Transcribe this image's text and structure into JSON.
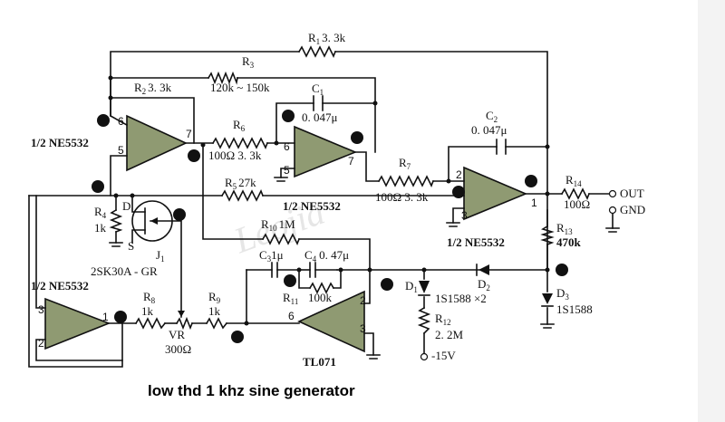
{
  "caption": "low thd 1 khz sine generator",
  "watermark": "Leojia",
  "opamps": {
    "u1": "1/2 NE5532",
    "u2": "1/2 NE5532",
    "u3": "1/2 NE5532",
    "u4": "1/2 NE5532",
    "u5": "TL071"
  },
  "resistors": {
    "r1": {
      "name": "R",
      "sub": "1",
      "value": "3. 3k"
    },
    "r2": {
      "name": "R",
      "sub": "2",
      "value": "3. 3k"
    },
    "r3": {
      "name": "R",
      "sub": "3",
      "value": "120k ~ 150k"
    },
    "r4": {
      "name": "R",
      "sub": "4",
      "value": "1k"
    },
    "r5": {
      "name": "R",
      "sub": "5",
      "value": "27k"
    },
    "r6": {
      "name": "R",
      "sub": "6",
      "value": "100Ω 3. 3k"
    },
    "r7": {
      "name": "R",
      "sub": "7",
      "value": "100Ω 3. 3k"
    },
    "r8": {
      "name": "R",
      "sub": "8",
      "value": "1k"
    },
    "r9": {
      "name": "R",
      "sub": "9",
      "value": "1k"
    },
    "r10": {
      "name": "R",
      "sub": "10",
      "value": "1M"
    },
    "r11": {
      "name": "R",
      "sub": "11",
      "value": "100k"
    },
    "r12": {
      "name": "R",
      "sub": "12",
      "value": "2. 2M"
    },
    "r13": {
      "name": "R",
      "sub": "13",
      "value": "470k"
    },
    "r14": {
      "name": "R",
      "sub": "14",
      "value": "100Ω"
    }
  },
  "capacitors": {
    "c1": {
      "name": "C",
      "sub": "1",
      "value": "0. 047μ"
    },
    "c2": {
      "name": "C",
      "sub": "2",
      "value": "0. 047μ"
    },
    "c3": {
      "name": "C",
      "sub": "3",
      "value": "1μ"
    },
    "c4": {
      "name": "C",
      "sub": "4",
      "value": "0. 47μ"
    }
  },
  "diodes": {
    "d1": {
      "name": "D",
      "sub": "1",
      "value": "1S1588 ×2"
    },
    "d2": {
      "name": "D",
      "sub": "2"
    },
    "d3": {
      "name": "D",
      "sub": "3",
      "value": "1S1588"
    }
  },
  "jfet": {
    "name": "J",
    "sub": "1",
    "part": "2SK30A - GR",
    "d": "D",
    "s": "S"
  },
  "pot": {
    "name": "VR",
    "value": "300Ω"
  },
  "terminals": {
    "out": "OUT",
    "gnd": "GND",
    "vneg": "-15V"
  },
  "pins": {
    "u1_in": "6",
    "u1_ninv": "5",
    "u1_out": "7",
    "u2_in": "6",
    "u2_ninv": "5",
    "u2_out": "7",
    "u3_in": "2",
    "u3_ninv": "3",
    "u3_out": "1",
    "u4_in": "3",
    "u4_ninv": "2",
    "u4_out": "1",
    "u5_in": "6",
    "u5_ninv": "2",
    "u5_ninv2": "3"
  }
}
